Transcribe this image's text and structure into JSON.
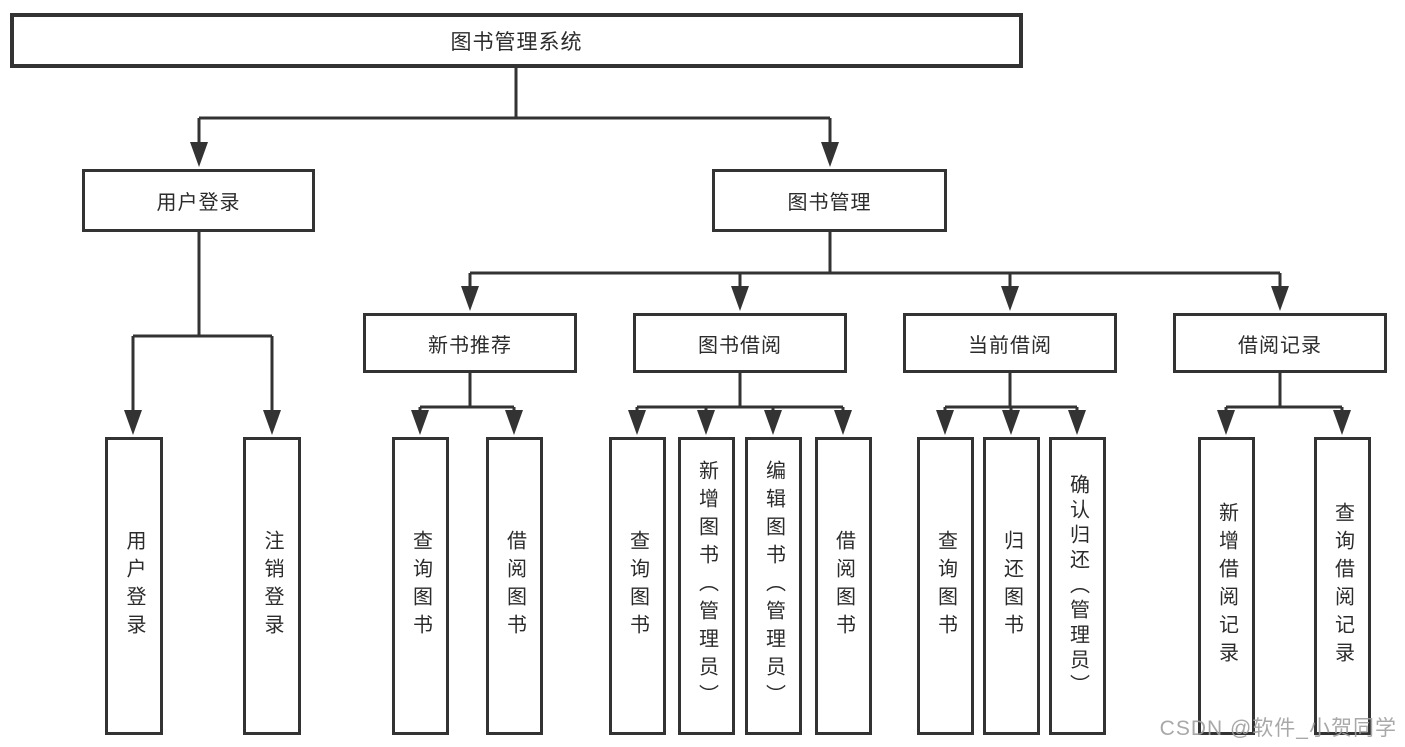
{
  "diagram": {
    "root": {
      "label": "图书管理系统"
    },
    "level2": [
      {
        "label": "用户登录",
        "children": [
          {
            "label": "用户登录"
          },
          {
            "label": "注销登录"
          }
        ]
      },
      {
        "label": "图书管理",
        "children": [
          {
            "label": "新书推荐",
            "children": [
              {
                "label": "查询图书"
              },
              {
                "label": "借阅图书"
              }
            ]
          },
          {
            "label": "图书借阅",
            "children": [
              {
                "label": "查询图书"
              },
              {
                "label": "新增图书（管理员）"
              },
              {
                "label": "编辑图书（管理员）"
              },
              {
                "label": "借阅图书"
              }
            ]
          },
          {
            "label": "当前借阅",
            "children": [
              {
                "label": "查询图书"
              },
              {
                "label": "归还图书"
              },
              {
                "label": "确认归还（管理员）"
              }
            ]
          },
          {
            "label": "借阅记录",
            "children": [
              {
                "label": "新增借阅记录"
              },
              {
                "label": "查询借阅记录"
              }
            ]
          }
        ]
      }
    ],
    "watermark": "CSDN @软件_小贺同学",
    "colors": {
      "border": "#333333",
      "text": "#2b2b2b",
      "watermark": "#9e9e9e",
      "background": "#ffffff"
    }
  }
}
